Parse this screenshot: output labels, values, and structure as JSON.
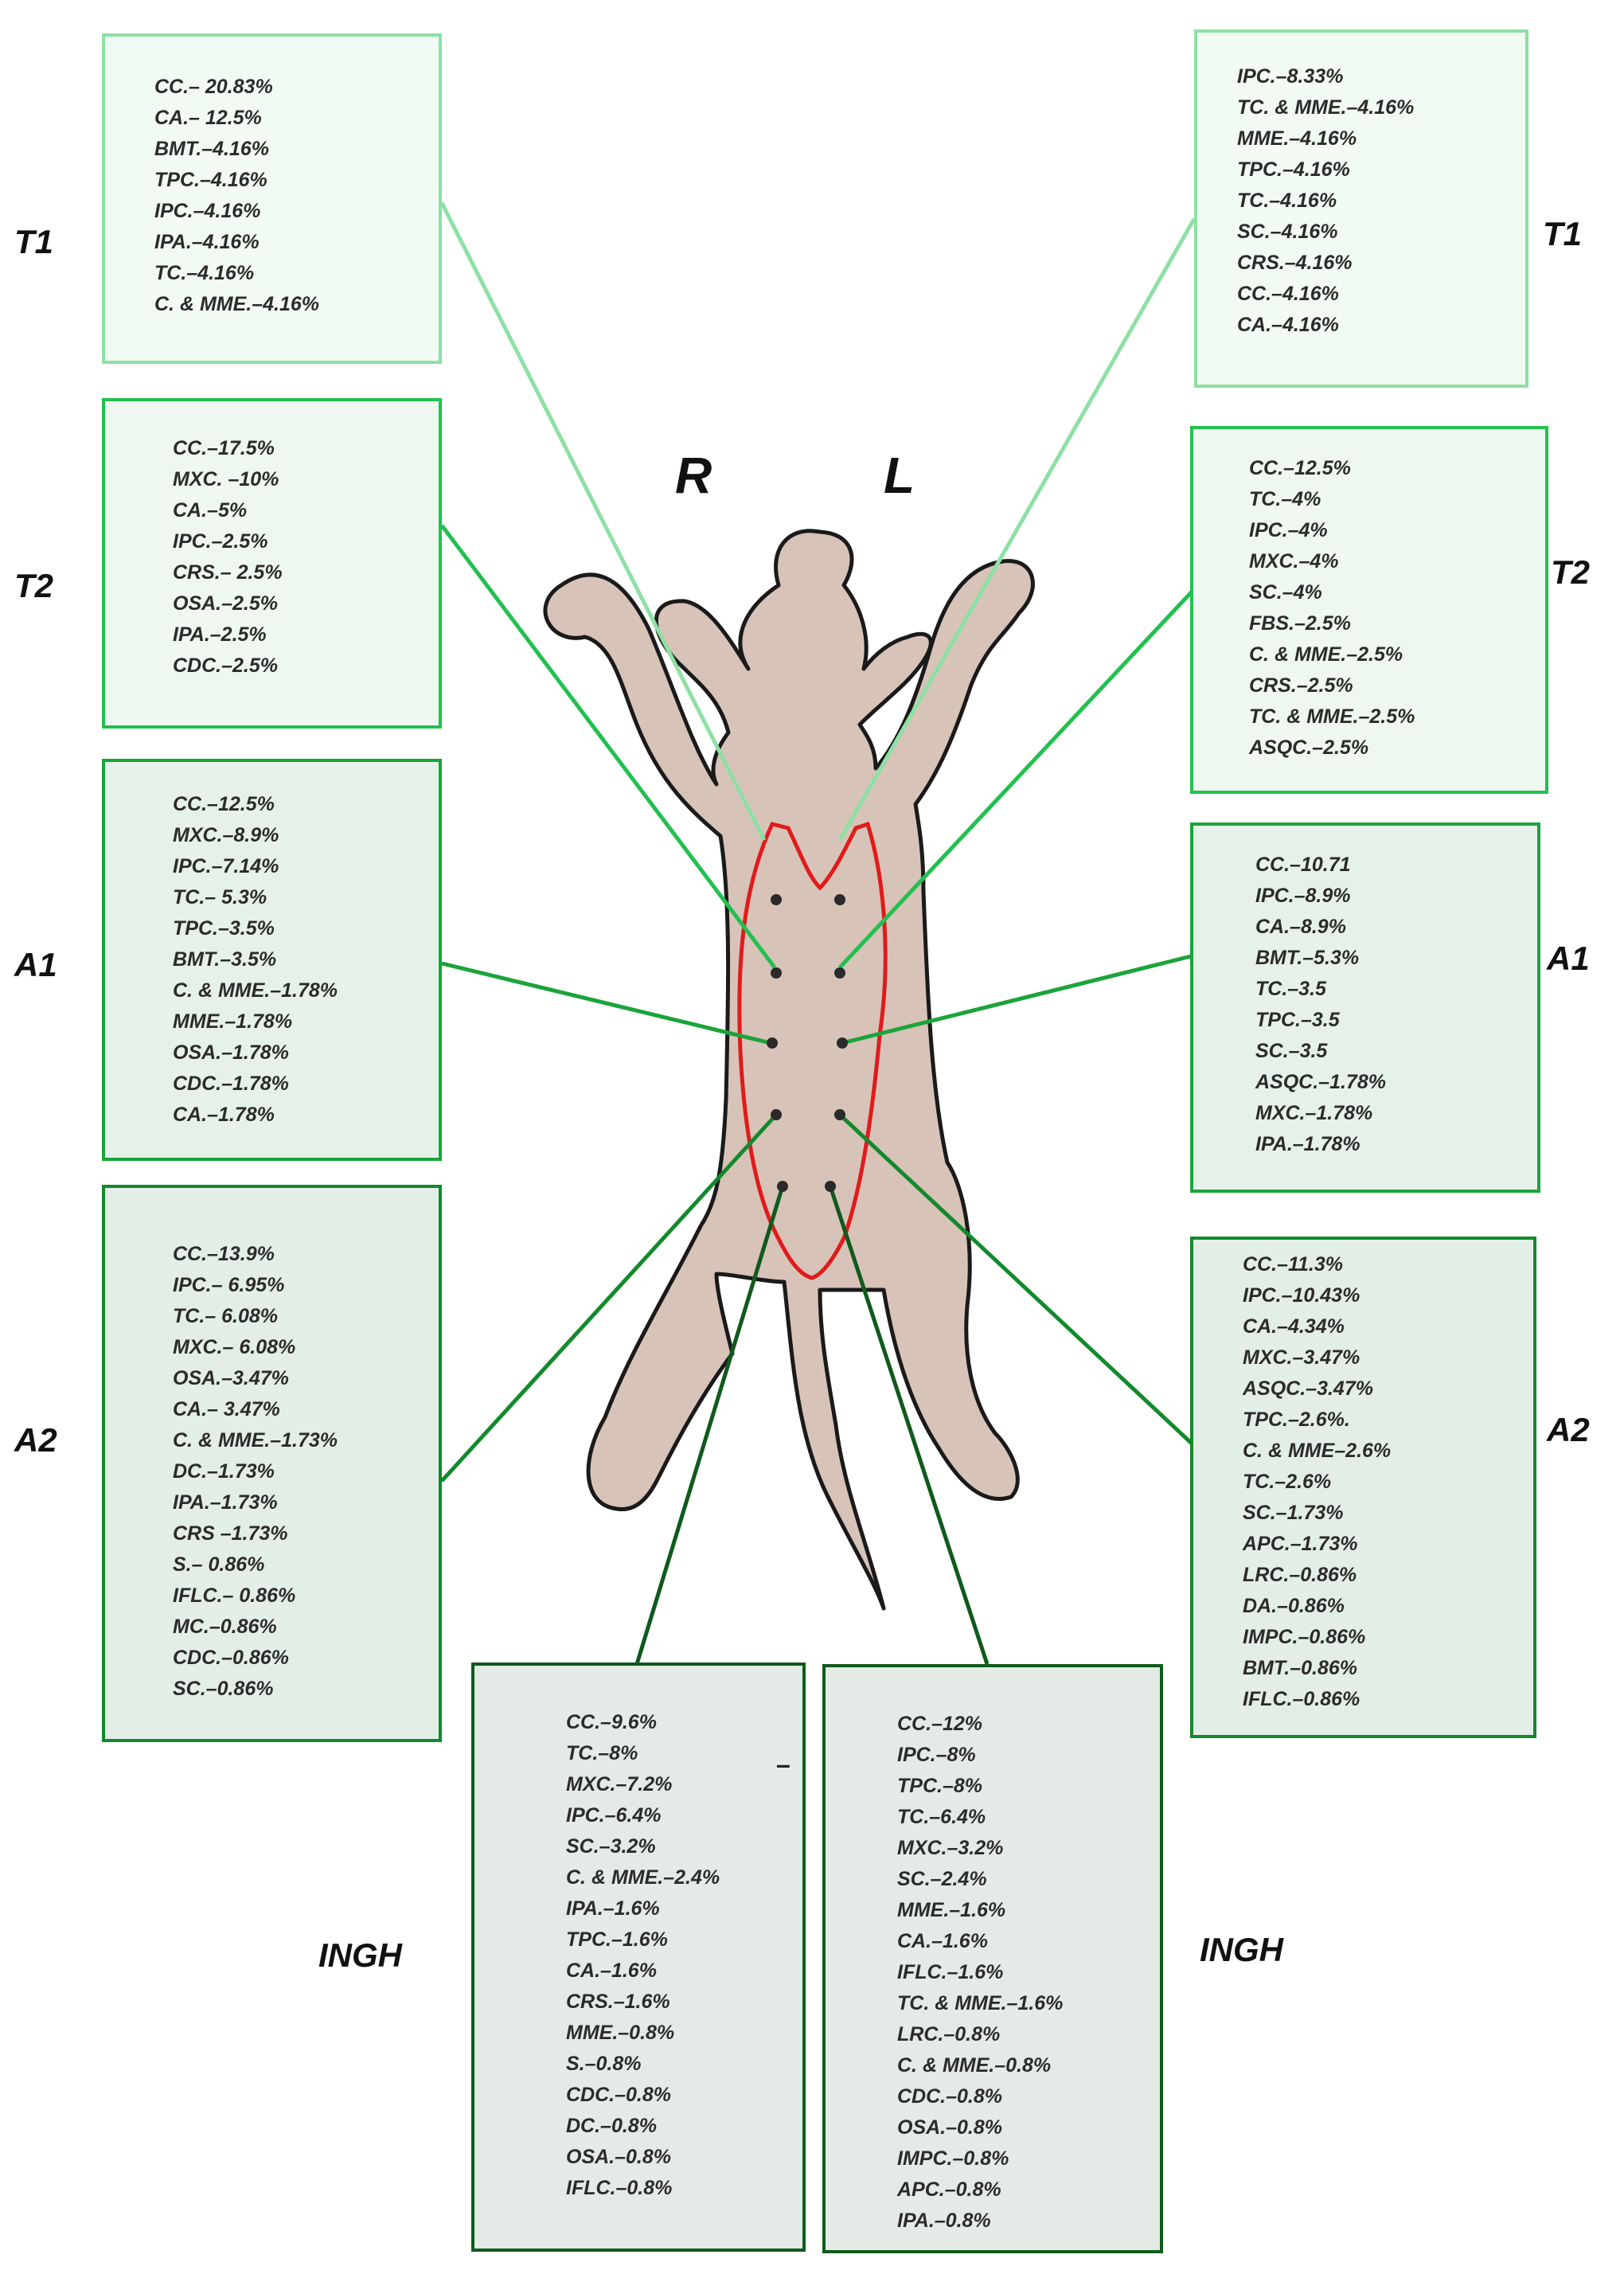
{
  "orientation": {
    "right": "R",
    "left": "L"
  },
  "colors": {
    "t1": "#8ee0a4",
    "t2": "#22c04f",
    "a1": "#1aa43b",
    "a2": "#128a2c",
    "ingh": "#0f5a1c",
    "outline": "#e01b1b",
    "body": "#d8c3b8"
  },
  "groups": [
    {
      "id": "T1-R",
      "label": "T1",
      "side": "right",
      "level": "t1",
      "lines": [
        "CC.– 20.83%",
        "CA.– 12.5%",
        "BMT.–4.16%",
        "TPC.–4.16%",
        "IPC.–4.16%",
        "IPA.–4.16%",
        "TC.–4.16%",
        "C. & MME.–4.16%"
      ]
    },
    {
      "id": "T2-R",
      "label": "T2",
      "side": "right",
      "level": "t2",
      "lines": [
        "CC.–17.5%",
        "MXC. –10%",
        "CA.–5%",
        "IPC.–2.5%",
        "CRS.– 2.5%",
        "OSA.–2.5%",
        "IPA.–2.5%",
        "CDC.–2.5%"
      ]
    },
    {
      "id": "A1-R",
      "label": "A1",
      "side": "right",
      "level": "a1",
      "lines": [
        "CC.–12.5%",
        "MXC.–8.9%",
        "IPC.–7.14%",
        "TC.– 5.3%",
        "TPC.–3.5%",
        "BMT.–3.5%",
        "C. & MME.–1.78%",
        "MME.–1.78%",
        "OSA.–1.78%",
        "CDC.–1.78%",
        "CA.–1.78%"
      ]
    },
    {
      "id": "A2-R",
      "label": "A2",
      "side": "right",
      "level": "a2",
      "lines": [
        "CC.–13.9%",
        "IPC.– 6.95%",
        "TC.– 6.08%",
        "MXC.– 6.08%",
        "OSA.–3.47%",
        "CA.– 3.47%",
        "C. & MME.–1.73%",
        "DC.–1.73%",
        "IPA.–1.73%",
        "CRS –1.73%",
        "S.– 0.86%",
        "IFLC.– 0.86%",
        "MC.–0.86%",
        "CDC.–0.86%",
        "SC.–0.86%"
      ]
    },
    {
      "id": "INGH-R",
      "label": "INGH",
      "side": "right",
      "level": "ingh",
      "lines": [
        "CC.–9.6%",
        "TC.–8%",
        "MXC.–7.2%",
        "IPC.–6.4%",
        "SC.–3.2%",
        "C. & MME.–2.4%",
        "IPA.–1.6%",
        "TPC.–1.6%",
        "CA.–1.6%",
        "CRS.–1.6%",
        "MME.–0.8%",
        "S.–0.8%",
        "CDC.–0.8%",
        "DC.–0.8%",
        "OSA.–0.8%",
        "IFLC.–0.8%"
      ]
    },
    {
      "id": "T1-L",
      "label": "T1",
      "side": "left",
      "level": "t1",
      "lines": [
        "IPC.–8.33%",
        "TC. & MME.–4.16%",
        "MME.–4.16%",
        "TPC.–4.16%",
        "TC.–4.16%",
        "SC.–4.16%",
        "CRS.–4.16%",
        "CC.–4.16%",
        "CA.–4.16%"
      ]
    },
    {
      "id": "T2-L",
      "label": "T2",
      "side": "left",
      "level": "t2",
      "lines": [
        "CC.–12.5%",
        "TC.–4%",
        "IPC.–4%",
        "MXC.–4%",
        "SC.–4%",
        "FBS.–2.5%",
        "C. & MME.–2.5%",
        "CRS.–2.5%",
        "TC. & MME.–2.5%",
        "ASQC.–2.5%"
      ]
    },
    {
      "id": "A1-L",
      "label": "A1",
      "side": "left",
      "level": "a1",
      "lines": [
        "CC.–10.71",
        "IPC.–8.9%",
        "CA.–8.9%",
        "BMT.–5.3%",
        "TC.–3.5",
        "TPC.–3.5",
        "SC.–3.5",
        "ASQC.–1.78%",
        "MXC.–1.78%",
        "IPA.–1.78%"
      ]
    },
    {
      "id": "A2-L",
      "label": "A2",
      "side": "left",
      "level": "a2",
      "lines": [
        "CC.–11.3%",
        "IPC.–10.43%",
        "CA.–4.34%",
        "MXC.–3.47%",
        "ASQC.–3.47%",
        "TPC.–2.6%.",
        "C. & MME–2.6%",
        "TC.–2.6%",
        "SC.–1.73%",
        "APC.–1.73%",
        "LRC.–0.86%",
        "DA.–0.86%",
        "IMPC.–0.86%",
        "BMT.–0.86%",
        "IFLC.–0.86%"
      ]
    },
    {
      "id": "INGH-L",
      "label": "INGH",
      "side": "left",
      "level": "ingh",
      "lines": [
        "CC.–12%",
        "IPC.–8%",
        "TPC.–8%",
        "TC.–6.4%",
        "MXC.–3.2%",
        "SC.–2.4%",
        "MME.–1.6%",
        "CA.–1.6%",
        "IFLC.–1.6%",
        "TC. & MME.–1.6%",
        "LRC.–0.8%",
        "C. & MME.–0.8%",
        "CDC.–0.8%",
        "OSA.–0.8%",
        "IMPC.–0.8%",
        "APC.–0.8%",
        "IPA.–0.8%"
      ]
    }
  ],
  "stray_mark": "–"
}
